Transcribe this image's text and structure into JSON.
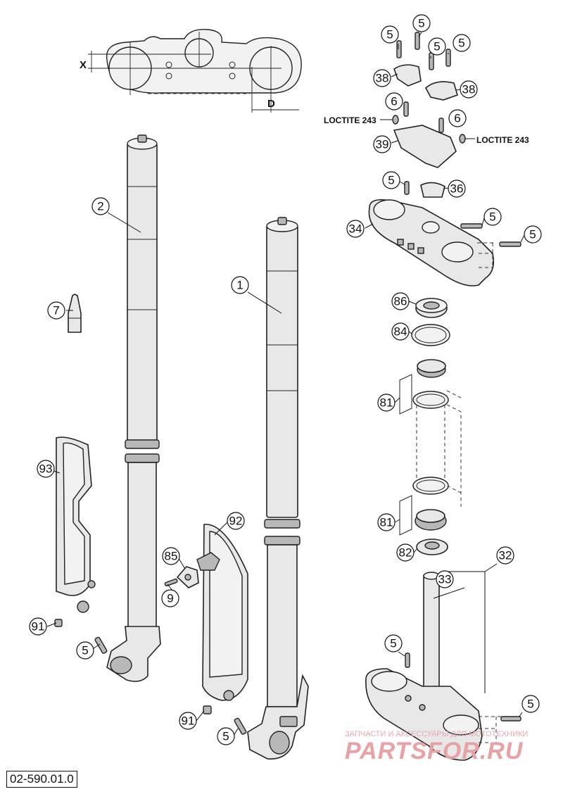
{
  "document": {
    "code": "02-590.01.0"
  },
  "dimension_labels": {
    "x": "X",
    "d": "D"
  },
  "notes": {
    "loctite_left": "LOCTITE 243",
    "loctite_right": "LOCTITE 243"
  },
  "watermark": {
    "line1": "ЗАПЧАСТИ И АКСЕССУАРЫ ДЛЯ МОТОТЕХНИКИ",
    "line2": "PARTSFOR.RU"
  },
  "callouts": {
    "c1": "1",
    "c2": "2",
    "c5a": "5",
    "c5b": "5",
    "c5c": "5",
    "c5d": "5",
    "c5e": "5",
    "c5f": "5",
    "c5g": "5",
    "c5h": "5",
    "c5i": "5",
    "c5j": "5",
    "c6a": "6",
    "c6b": "6",
    "c7": "7",
    "c9": "9",
    "c32": "32",
    "c33": "33",
    "c34": "34",
    "c36": "36",
    "c38a": "38",
    "c38b": "38",
    "c39": "39",
    "c81a": "81",
    "c81b": "81",
    "c82": "82",
    "c84": "84",
    "c85": "85",
    "c86": "86",
    "c91a": "91",
    "c91b": "91",
    "c92": "92",
    "c93": "93"
  }
}
